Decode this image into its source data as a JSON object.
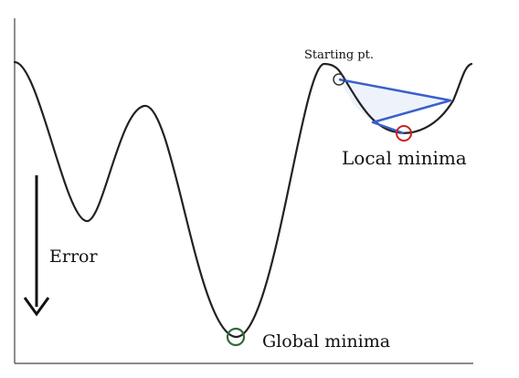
{
  "labels": {
    "starting_point": "Starting pt.",
    "local_minima": "Local minima",
    "global_minima": "Global minima",
    "error": "Error"
  },
  "colors": {
    "curve": "#222222",
    "axis": "#444444",
    "descent_path": "#3a5fcd",
    "descent_fill": "#eef3fb",
    "start_marker": "#333333",
    "local_marker": "#cc2222",
    "global_marker": "#2d6a3e"
  }
}
